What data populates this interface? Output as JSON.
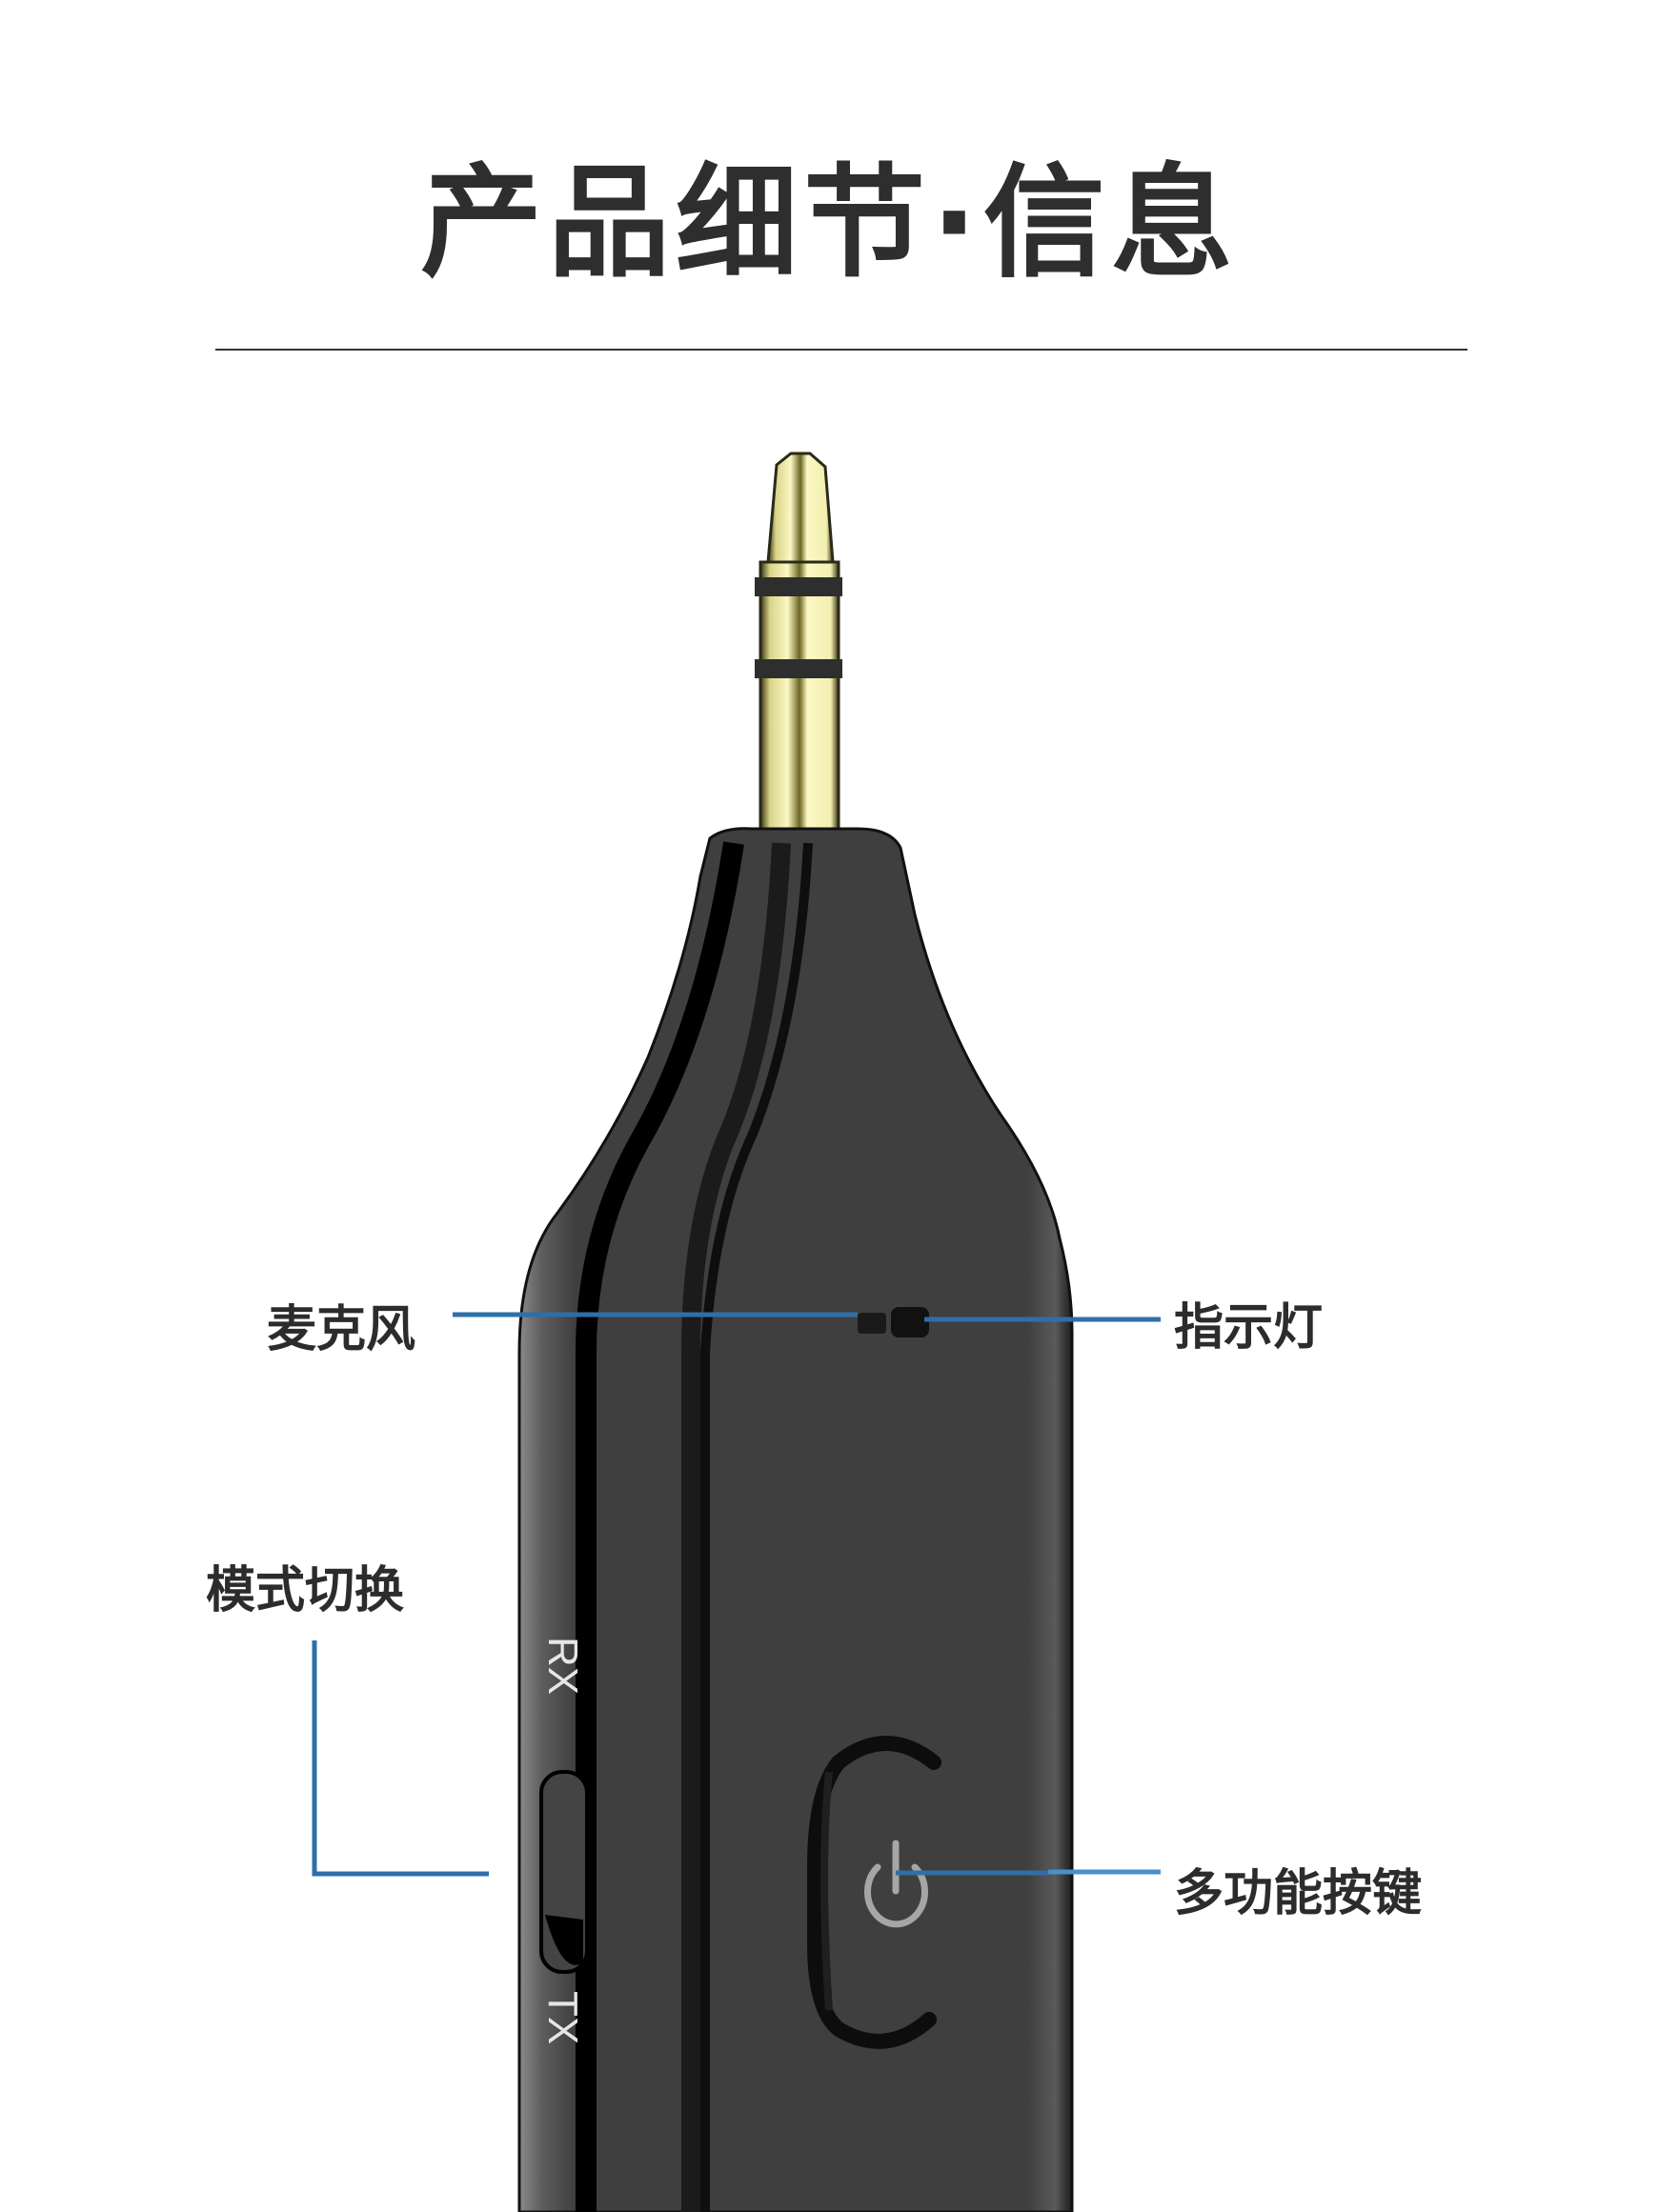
{
  "title": "产品细节·信息",
  "callouts": {
    "microphone": "麦克风",
    "indicator": "指示灯",
    "mode_switch": "模式切换",
    "multifunction_button": "多功能按键"
  },
  "switch_labels": {
    "rx": "RX",
    "tx": "TX"
  },
  "colors": {
    "callout_line": "#2f6fa8",
    "body": "#3d3d3d",
    "jack_gold": "#f6f2b6",
    "text": "#2e2e2e"
  }
}
